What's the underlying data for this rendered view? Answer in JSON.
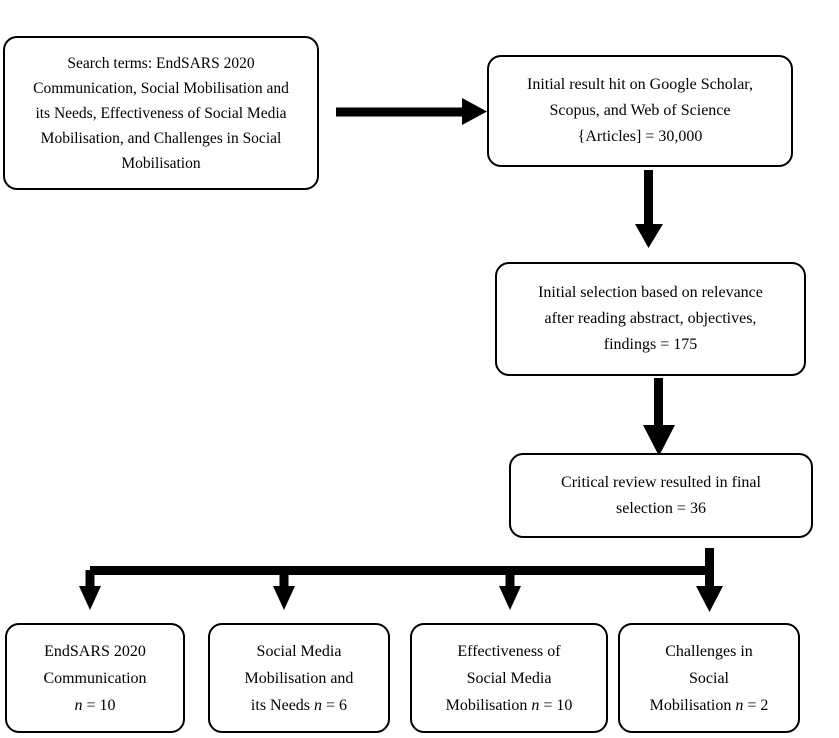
{
  "figure": {
    "background_color": "#ffffff",
    "line_color": "#000000",
    "box_fill": "#ffffff",
    "box_border_color": "#000000"
  },
  "boxes": {
    "search_terms": {
      "lines": [
        "Search terms: EndSARS 2020",
        "Communication, Social Mobilisation and",
        "its Needs, Effectiveness of Social Media",
        "Mobilisation, and Challenges in Social",
        "Mobilisation"
      ]
    },
    "initial_results": {
      "lines": [
        "Initial result hit on Google Scholar,",
        "Scopus, and Web of Science",
        "{Articles] = 30,000"
      ]
    },
    "initial_selection": {
      "lines": [
        "Initial selection based on relevance",
        "after reading abstract, objectives,",
        "findings = 175"
      ]
    },
    "critical_review": {
      "lines": [
        "Critical review resulted in final",
        "selection = 36"
      ]
    }
  },
  "outcomes": [
    {
      "lines": [
        "EndSARS 2020",
        "Communication"
      ],
      "stat_before": "",
      "stat_n": "n",
      "stat_after": " = 10"
    },
    {
      "lines": [
        "Social Media",
        "Mobilisation and"
      ],
      "stat_before": "its Needs ",
      "stat_n": "n",
      "stat_after": " = 6"
    },
    {
      "lines": [
        "Effectiveness of",
        "Social Media"
      ],
      "stat_before": "Mobilisation ",
      "stat_n": "n",
      "stat_after": " = 10"
    },
    {
      "lines": [
        "Challenges in",
        "Social"
      ],
      "stat_before": "Mobilisation ",
      "stat_n": "n",
      "stat_after": " = 2"
    }
  ]
}
